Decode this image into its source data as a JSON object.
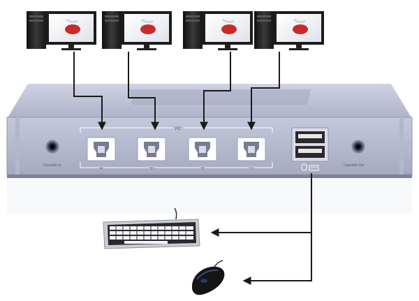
{
  "device": {
    "pc_group_label": "PC",
    "port_numbers": [
      "4",
      "3",
      "2",
      "1"
    ],
    "cascade_in_label": "Cascade In",
    "cascade_out_label": "Cascade Out"
  },
  "colors": {
    "chassis": "#b9bdd3",
    "chassis_dark": "#8f94ad",
    "cable": "#1a1a1a",
    "screen_accent": "#cc2a2a"
  }
}
